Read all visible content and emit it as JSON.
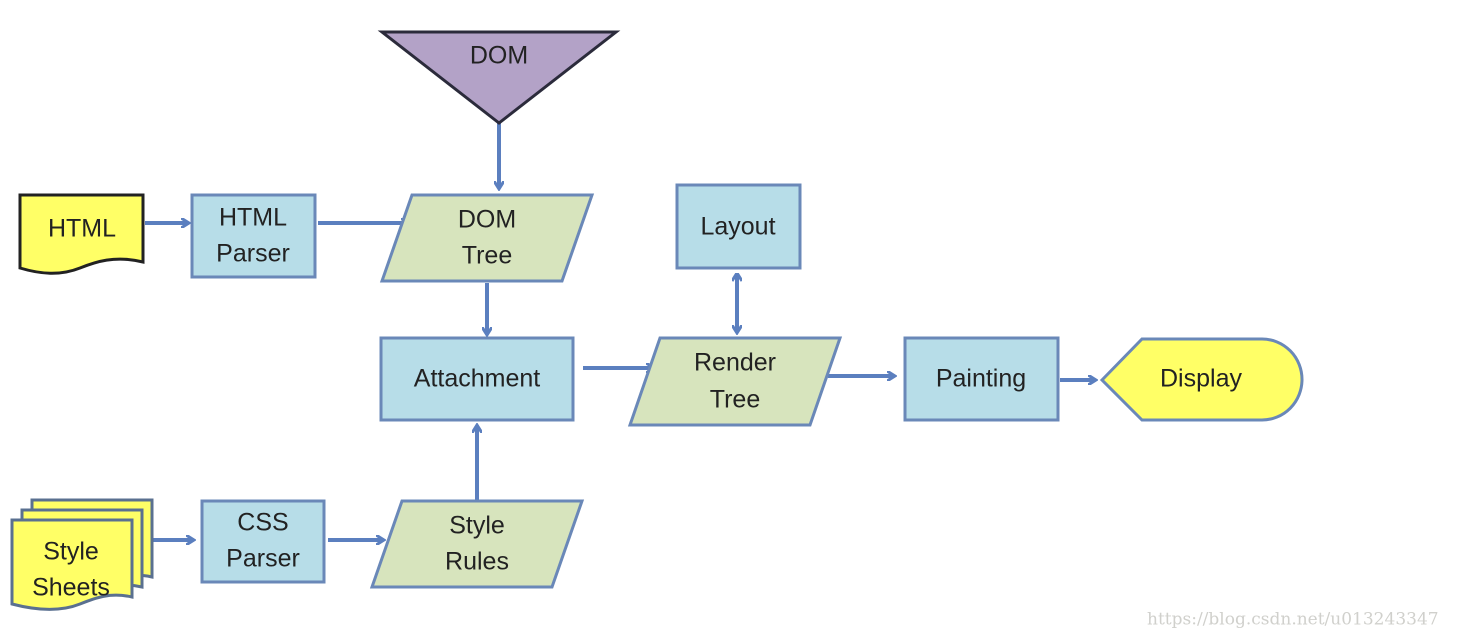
{
  "colors": {
    "process_fill": "#b7dde8",
    "data_fill": "#d7e4bd",
    "document_fill": "#ffff66",
    "dom_fill": "#b3a2c7",
    "stroke": "#6a88b8",
    "arrow": "#5b7fbf"
  },
  "nodes": {
    "dom": "DOM",
    "html": "HTML",
    "html_parser": [
      "HTML",
      "Parser"
    ],
    "dom_tree": [
      "DOM",
      "Tree"
    ],
    "attachment": "Attachment",
    "layout": "Layout",
    "render_tree": [
      "Render",
      "Tree"
    ],
    "painting": "Painting",
    "display": "Display",
    "style_sheets": [
      "Style",
      "Sheets"
    ],
    "css_parser": [
      "CSS",
      "Parser"
    ],
    "style_rules": [
      "Style",
      "Rules"
    ]
  },
  "edges": [
    [
      "DOM",
      "DOM Tree"
    ],
    [
      "HTML",
      "HTML Parser"
    ],
    [
      "HTML Parser",
      "DOM Tree"
    ],
    [
      "DOM Tree",
      "Attachment"
    ],
    [
      "Style Sheets",
      "CSS Parser"
    ],
    [
      "CSS Parser",
      "Style Rules"
    ],
    [
      "Style Rules",
      "Attachment"
    ],
    [
      "Attachment",
      "Render Tree"
    ],
    [
      "Render Tree",
      "Layout",
      "bidirectional"
    ],
    [
      "Render Tree",
      "Painting"
    ],
    [
      "Painting",
      "Display"
    ]
  ],
  "watermark": "https://blog.csdn.net/u013243347"
}
